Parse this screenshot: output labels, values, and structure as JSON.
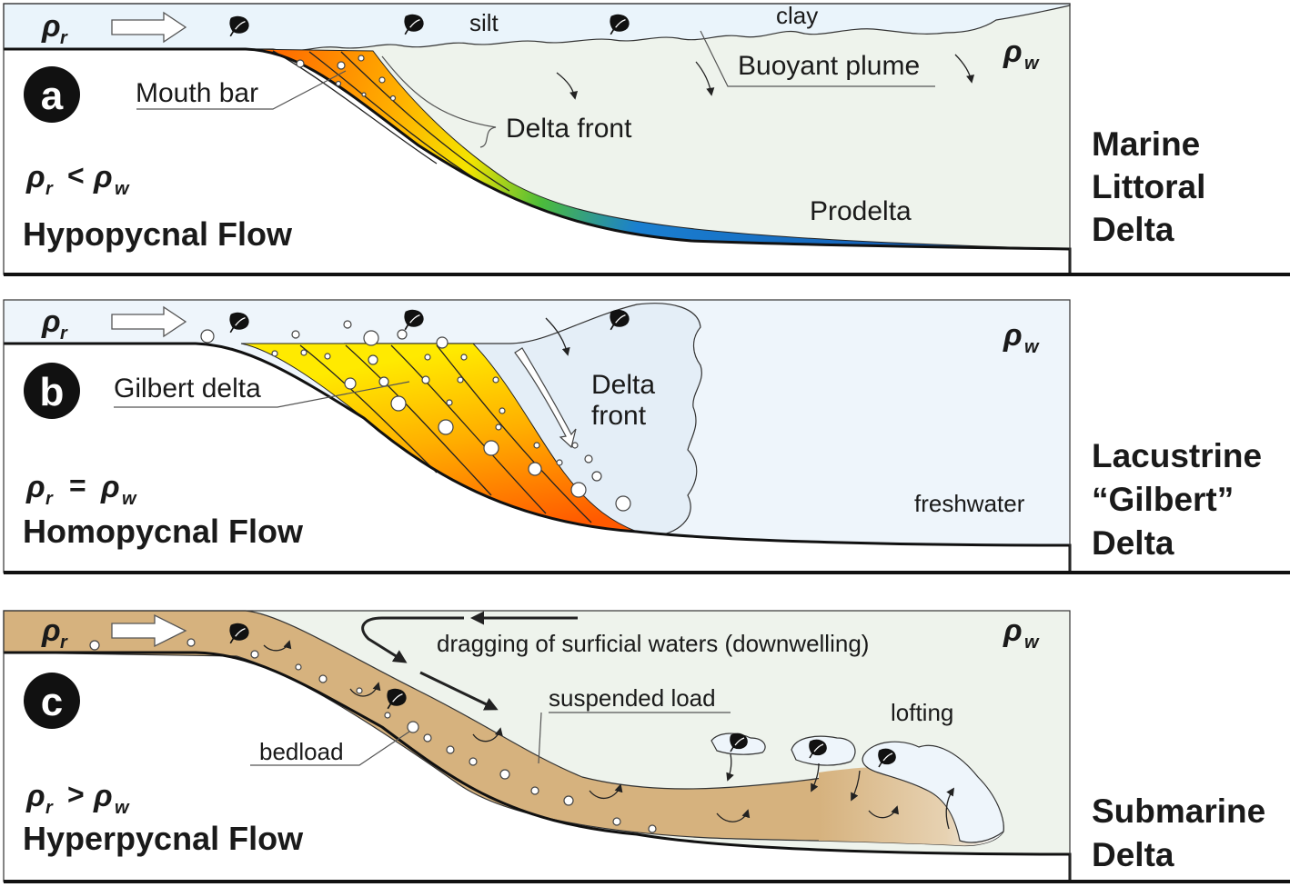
{
  "panels": [
    {
      "badge": "a",
      "rho_r": "ρ",
      "rho_r_sub": "r",
      "rho_w": "ρ",
      "rho_w_sub": "w",
      "relation": "<",
      "flow_title": "Hypopycnal Flow",
      "labels": {
        "silt": "silt",
        "clay": "clay",
        "buoyant_plume": "Buoyant plume",
        "mouth_bar": "Mouth bar",
        "delta_front": "Delta front",
        "prodelta": "Prodelta"
      },
      "side_label": [
        "Marine",
        "Littoral",
        "Delta"
      ]
    },
    {
      "badge": "b",
      "rho_r": "ρ",
      "rho_r_sub": "r",
      "rho_w": "ρ",
      "rho_w_sub": "w",
      "relation": "=",
      "flow_title": "Homopycnal Flow",
      "labels": {
        "gilbert_delta": "Gilbert delta",
        "delta_front_1": "Delta",
        "delta_front_2": "front",
        "freshwater": "freshwater"
      },
      "side_label": [
        "Lacustrine",
        "“Gilbert”",
        "Delta"
      ]
    },
    {
      "badge": "c",
      "rho_r": "ρ",
      "rho_r_sub": "r",
      "rho_w": "ρ",
      "rho_w_sub": "w",
      "relation": ">",
      "flow_title": "Hyperpycnal Flow",
      "labels": {
        "dragging": "dragging of surficial waters (downwelling)",
        "suspended_load": "suspended load",
        "lofting": "lofting",
        "bedload": "bedload"
      },
      "side_label": [
        "Submarine",
        "Delta"
      ]
    }
  ],
  "colors": {
    "water_surface": "#eef5fb",
    "marine_water": "#eef3ec",
    "fresh_water": "#eef5fb",
    "sediment_flow": "#d6b27e",
    "badge_fill": "#111111"
  },
  "icons": [
    "leaf-icon",
    "flow-direction-arrow-icon"
  ]
}
